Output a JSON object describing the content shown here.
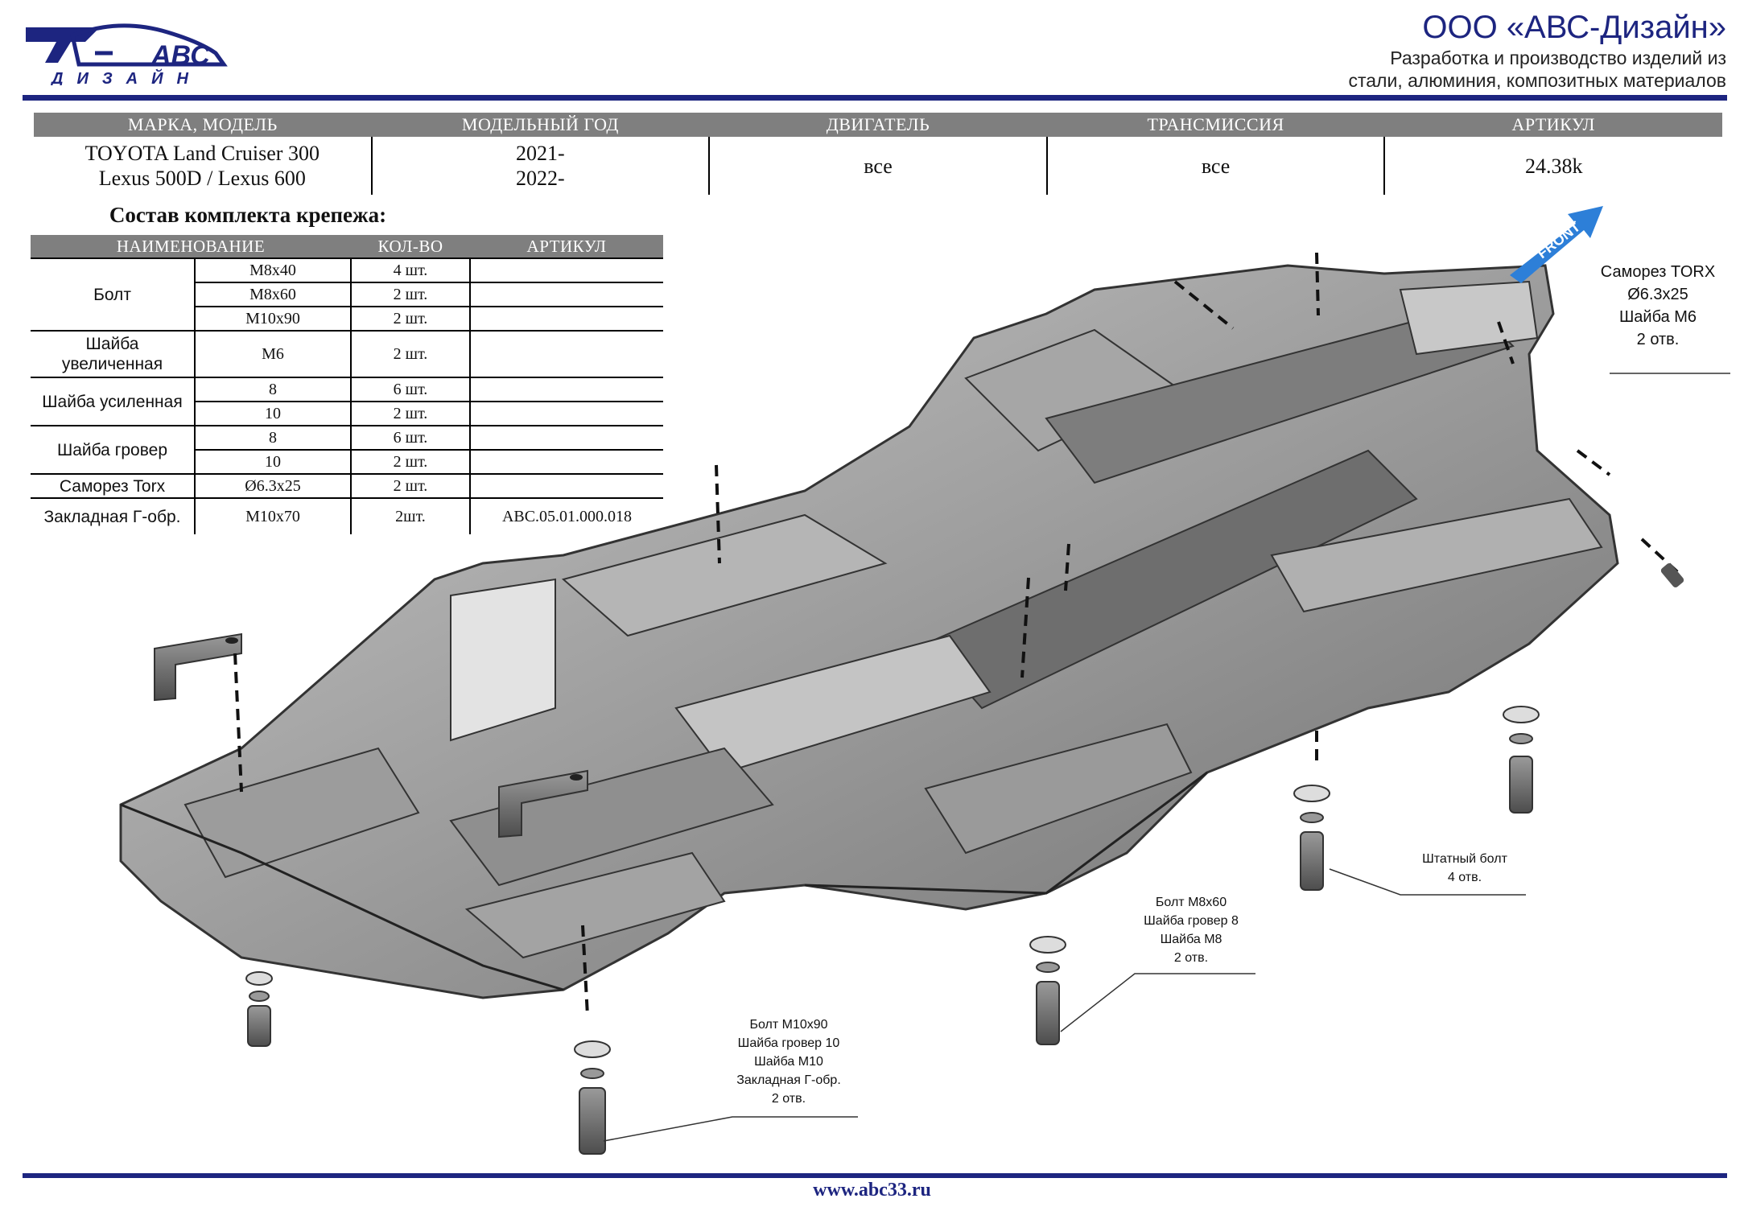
{
  "header": {
    "logo_text_top": "АВС",
    "logo_text_bottom": "ДИЗАЙН",
    "company_name": "ООО «АВС-Дизайн»",
    "company_line1": "Разработка и производство изделий из",
    "company_line2": "стали, алюминия, композитных материалов"
  },
  "spec": {
    "headers": [
      "МАРКА, МОДЕЛЬ",
      "МОДЕЛЬНЫЙ ГОД",
      "ДВИГАТЕЛЬ",
      "ТРАНСМИССИЯ",
      "АРТИКУЛ"
    ],
    "model_line1": "TOYOTA Land Cruiser 300",
    "model_line2": "Lexus 500D / Lexus 600",
    "year_line1": "2021-",
    "year_line2": "2022-",
    "engine": "все",
    "transmission": "все",
    "article": "24.38k"
  },
  "kit": {
    "title": "Состав комплекта крепежа:",
    "headers": [
      "НАИМЕНОВАНИЕ",
      "КОЛ-ВО",
      "АРТИКУЛ"
    ],
    "groups": [
      {
        "name": "Болт",
        "rows": [
          [
            "M8x40",
            "4 шт.",
            ""
          ],
          [
            "M8x60",
            "2 шт.",
            ""
          ],
          [
            "M10x90",
            "2 шт.",
            ""
          ]
        ]
      },
      {
        "name_line1": "Шайба",
        "name_line2": "увеличенная",
        "rows": [
          [
            "M6",
            "2 шт.",
            ""
          ]
        ]
      },
      {
        "name": "Шайба усиленная",
        "rows": [
          [
            "8",
            "6 шт.",
            ""
          ],
          [
            "10",
            "2 шт.",
            ""
          ]
        ]
      },
      {
        "name": "Шайба гровер",
        "rows": [
          [
            "8",
            "6 шт.",
            ""
          ],
          [
            "10",
            "2 шт.",
            ""
          ]
        ]
      },
      {
        "name": "Саморез Torx",
        "rows": [
          [
            "Ø6.3x25",
            "2 шт.",
            ""
          ]
        ]
      },
      {
        "name": "Закладная Г-обр.",
        "rows": [
          [
            "M10x70",
            "2шт.",
            "ABC.05.01.000.018"
          ]
        ]
      }
    ]
  },
  "drawing": {
    "front_label": "FRONT",
    "callout_torx": [
      "Саморез TORX",
      "Ø6.3x25",
      "Шайба M6",
      "2 отв."
    ],
    "callout_standard": [
      "Штатный болт",
      "4 отв."
    ],
    "callout_m8": [
      "Болт M8x60",
      "Шайба гровер 8",
      "Шайба M8",
      "2 отв."
    ],
    "callout_m10": [
      "Болт M10x90",
      "Шайба гровер 10",
      "Шайба M10",
      "Закладная Г-обр.",
      "2 отв."
    ],
    "colors": {
      "plate": "#8a8a8a",
      "plate_light": "#d9d9d9",
      "plate_dark": "#505050",
      "arrow": "#2d7fd8"
    }
  },
  "footer": {
    "url": "www.abc33.ru"
  }
}
